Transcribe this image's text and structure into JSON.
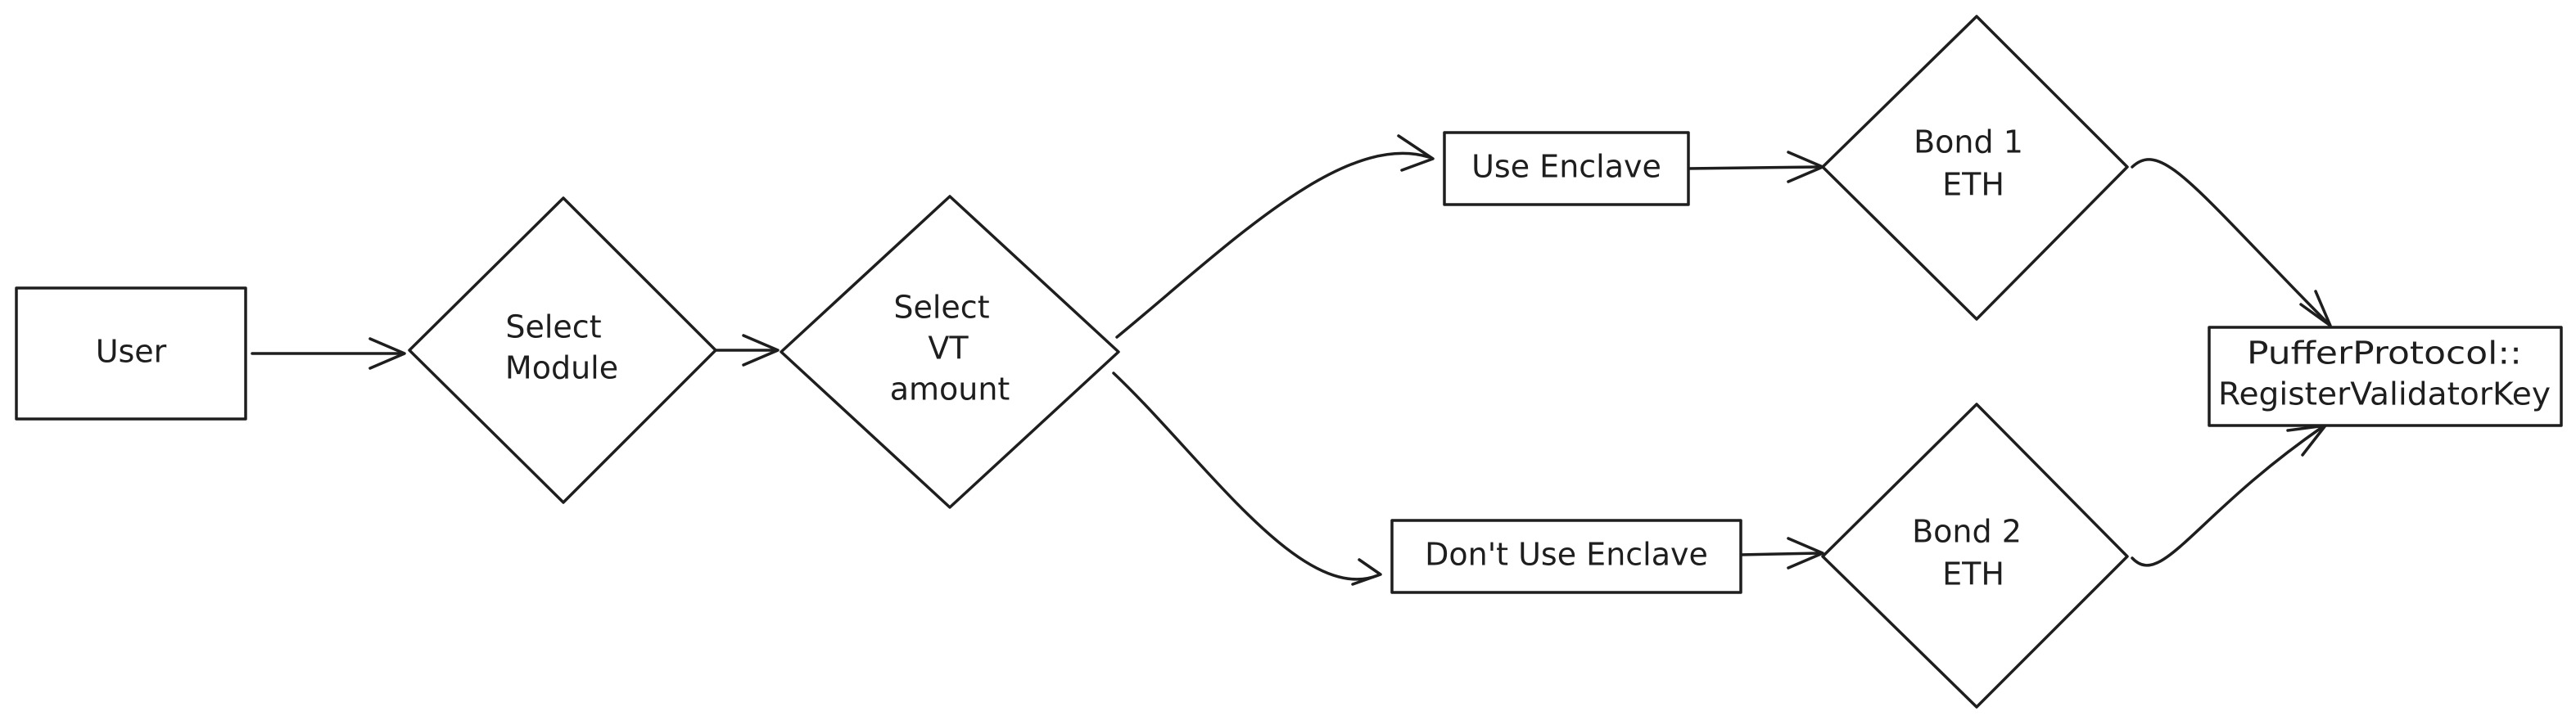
{
  "nodes": {
    "user": {
      "label": "User"
    },
    "select_module": {
      "line1": "Select",
      "line2": "Module"
    },
    "select_vt": {
      "line1": "Select",
      "line2": "VT",
      "line3": "amount"
    },
    "use_enclave": {
      "label": "Use Enclave"
    },
    "dont_use_enclave": {
      "label": "Don't Use Enclave"
    },
    "bond_1": {
      "line1": "Bond 1",
      "line2": "ETH"
    },
    "bond_2": {
      "line1": "Bond 2",
      "line2": "ETH"
    },
    "register": {
      "line1": "PufferProtocol::",
      "line2": "RegisterValidatorKey"
    }
  },
  "edges": [
    {
      "from": "user",
      "to": "select_module"
    },
    {
      "from": "select_module",
      "to": "select_vt"
    },
    {
      "from": "select_vt",
      "to": "use_enclave"
    },
    {
      "from": "select_vt",
      "to": "dont_use_enclave"
    },
    {
      "from": "use_enclave",
      "to": "bond_1"
    },
    {
      "from": "dont_use_enclave",
      "to": "bond_2"
    },
    {
      "from": "bond_1",
      "to": "register"
    },
    {
      "from": "bond_2",
      "to": "register"
    }
  ],
  "colors": {
    "stroke": "#1e1e1e",
    "background": "#ffffff"
  }
}
